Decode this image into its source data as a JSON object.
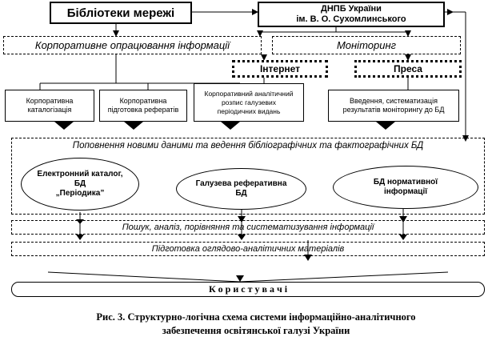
{
  "top": {
    "libraries": "Бібліотеки мережі",
    "dnpb_line1": "ДНПБ України",
    "dnpb_line2": "ім. В. О. Сухомлинського"
  },
  "row2": {
    "corporate_processing": "Корпоративне опрацювання інформації",
    "monitoring": "Моніторинг"
  },
  "sources": {
    "internet": "Інтернет",
    "press": "Преса"
  },
  "tasks": {
    "t1_line1": "Корпоративна",
    "t1_line2": "каталогізація",
    "t2_line1": "Корпоративна",
    "t2_line2": "підготовка рефератів",
    "t3_line1": "Корпоративний аналітичний",
    "t3_line2": "розпис галузевих",
    "t3_line3": "періодичних видань",
    "t4_line1": "Введення, систематизація",
    "t4_line2": "результатів моніторингу до БД"
  },
  "db_area": {
    "title": "Поповнення новими даними та ведення бібліографічних та фактографічних БД",
    "db1_line1": "Електронний каталог,",
    "db1_line2": "БД",
    "db1_line3": "„Періодика”",
    "db2_line1": "Галузева реферативна",
    "db2_line2": "БД",
    "db3_line1": "БД нормативної",
    "db3_line2": "інформації"
  },
  "search": "Пошук, аналіз, порівняння та систематизування інформації",
  "prep": "Підготовка оглядово-аналітичних матеріалів",
  "users": "К о р и с т у в а ч і",
  "caption": {
    "line1": "Рис. 3. Структурно-логічна схема системи інформаційно-аналітичного",
    "line2": "забезпечення освітянської галузі України"
  }
}
